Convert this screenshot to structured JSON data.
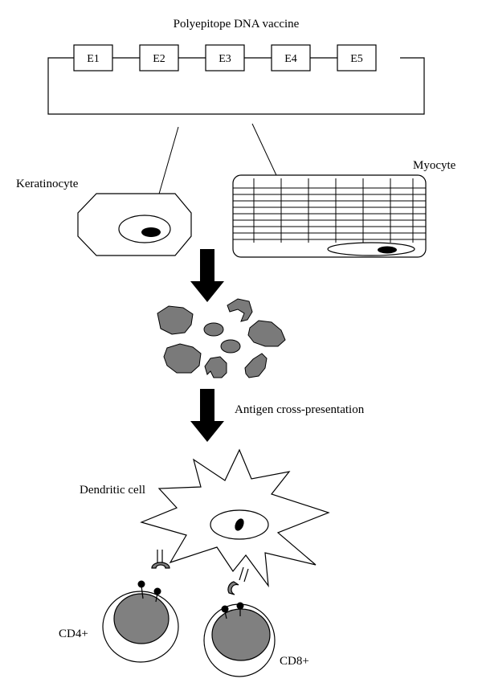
{
  "title": "Polyepitope DNA vaccine",
  "epitopes": [
    "E1",
    "E2",
    "E3",
    "E4",
    "E5"
  ],
  "cells": {
    "keratinocyte": "Keratinocyte",
    "myocyte": "Myocyte",
    "dendritic": "Dendritic cell",
    "cd4": "CD4+",
    "cd8": "CD8+"
  },
  "process_label": "Antigen cross-presentation",
  "colors": {
    "stroke": "#000000",
    "fragment_fill": "#7a7a7a",
    "nucleus_fill": "#808080",
    "arrow_fill": "#000000"
  }
}
